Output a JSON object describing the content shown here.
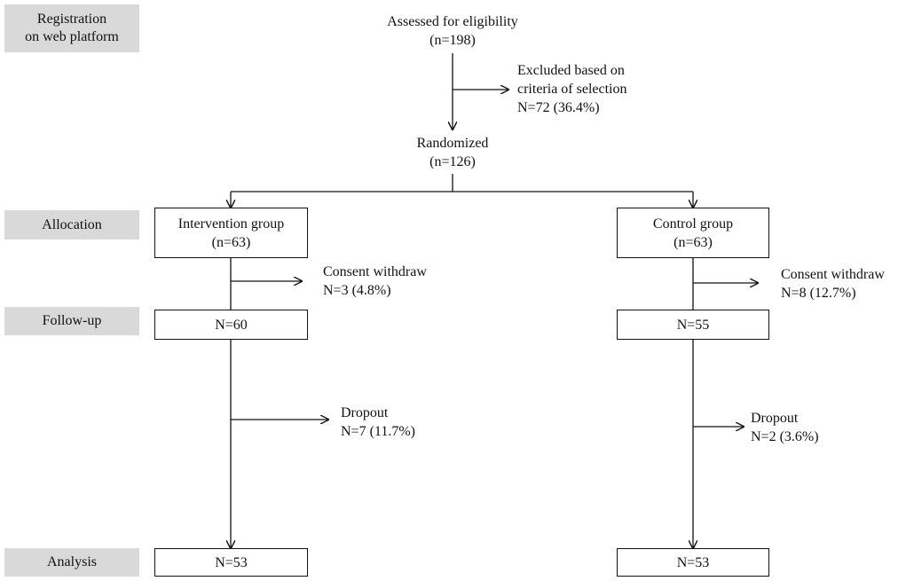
{
  "stages": {
    "registration": [
      "Registration",
      "on web platform"
    ],
    "allocation": "Allocation",
    "followup": "Follow-up",
    "analysis": "Analysis"
  },
  "assessed": {
    "title": "Assessed for eligibility",
    "count": "(n=198)"
  },
  "excluded": {
    "line1": "Excluded based on",
    "line2": "criteria of selection",
    "line3": "N=72 (36.4%)"
  },
  "randomized": {
    "title": "Randomized",
    "count": "(n=126)"
  },
  "intervention": {
    "name": "Intervention group",
    "count": "(n=63)",
    "withdraw_label": "Consent withdraw",
    "withdraw_count": "N=3 (4.8%)",
    "followup": "N=60",
    "dropout_label": "Dropout",
    "dropout_count": "N=7 (11.7%)",
    "analysis": "N=53"
  },
  "control": {
    "name": "Control group",
    "count": "(n=63)",
    "withdraw_label": "Consent withdraw",
    "withdraw_count": "N=8 (12.7%)",
    "followup": "N=55",
    "dropout_label": "Dropout",
    "dropout_count": "N=2 (3.6%)",
    "analysis": "N=53"
  },
  "colors": {
    "stage_fill": "#d9d9d9",
    "line": "#111111"
  }
}
